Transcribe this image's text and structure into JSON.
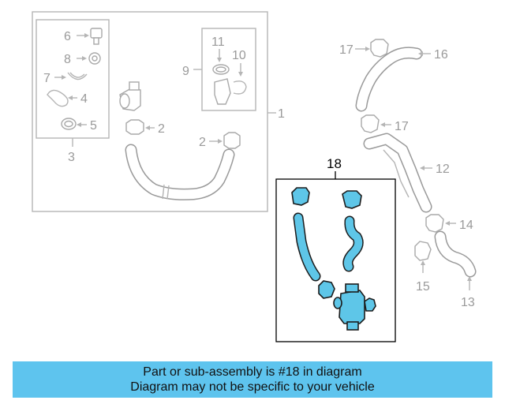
{
  "callouts": {
    "c1": "1",
    "c2a": "2",
    "c2b": "2",
    "c3": "3",
    "c4": "4",
    "c5": "5",
    "c6": "6",
    "c7": "7",
    "c8": "8",
    "c9": "9",
    "c10": "10",
    "c11": "11",
    "c12": "12",
    "c13": "13",
    "c14": "14",
    "c15": "15",
    "c16": "16",
    "c17a": "17",
    "c17b": "17",
    "c18": "18"
  },
  "colors": {
    "highlight": "#5ec6e8",
    "banner": "#5ec4ee",
    "inactive_line": "#b5b5b5"
  },
  "banner": {
    "line1": "Part or sub-assembly is #18 in diagram",
    "line2": "Diagram may not be specific to your vehicle"
  }
}
